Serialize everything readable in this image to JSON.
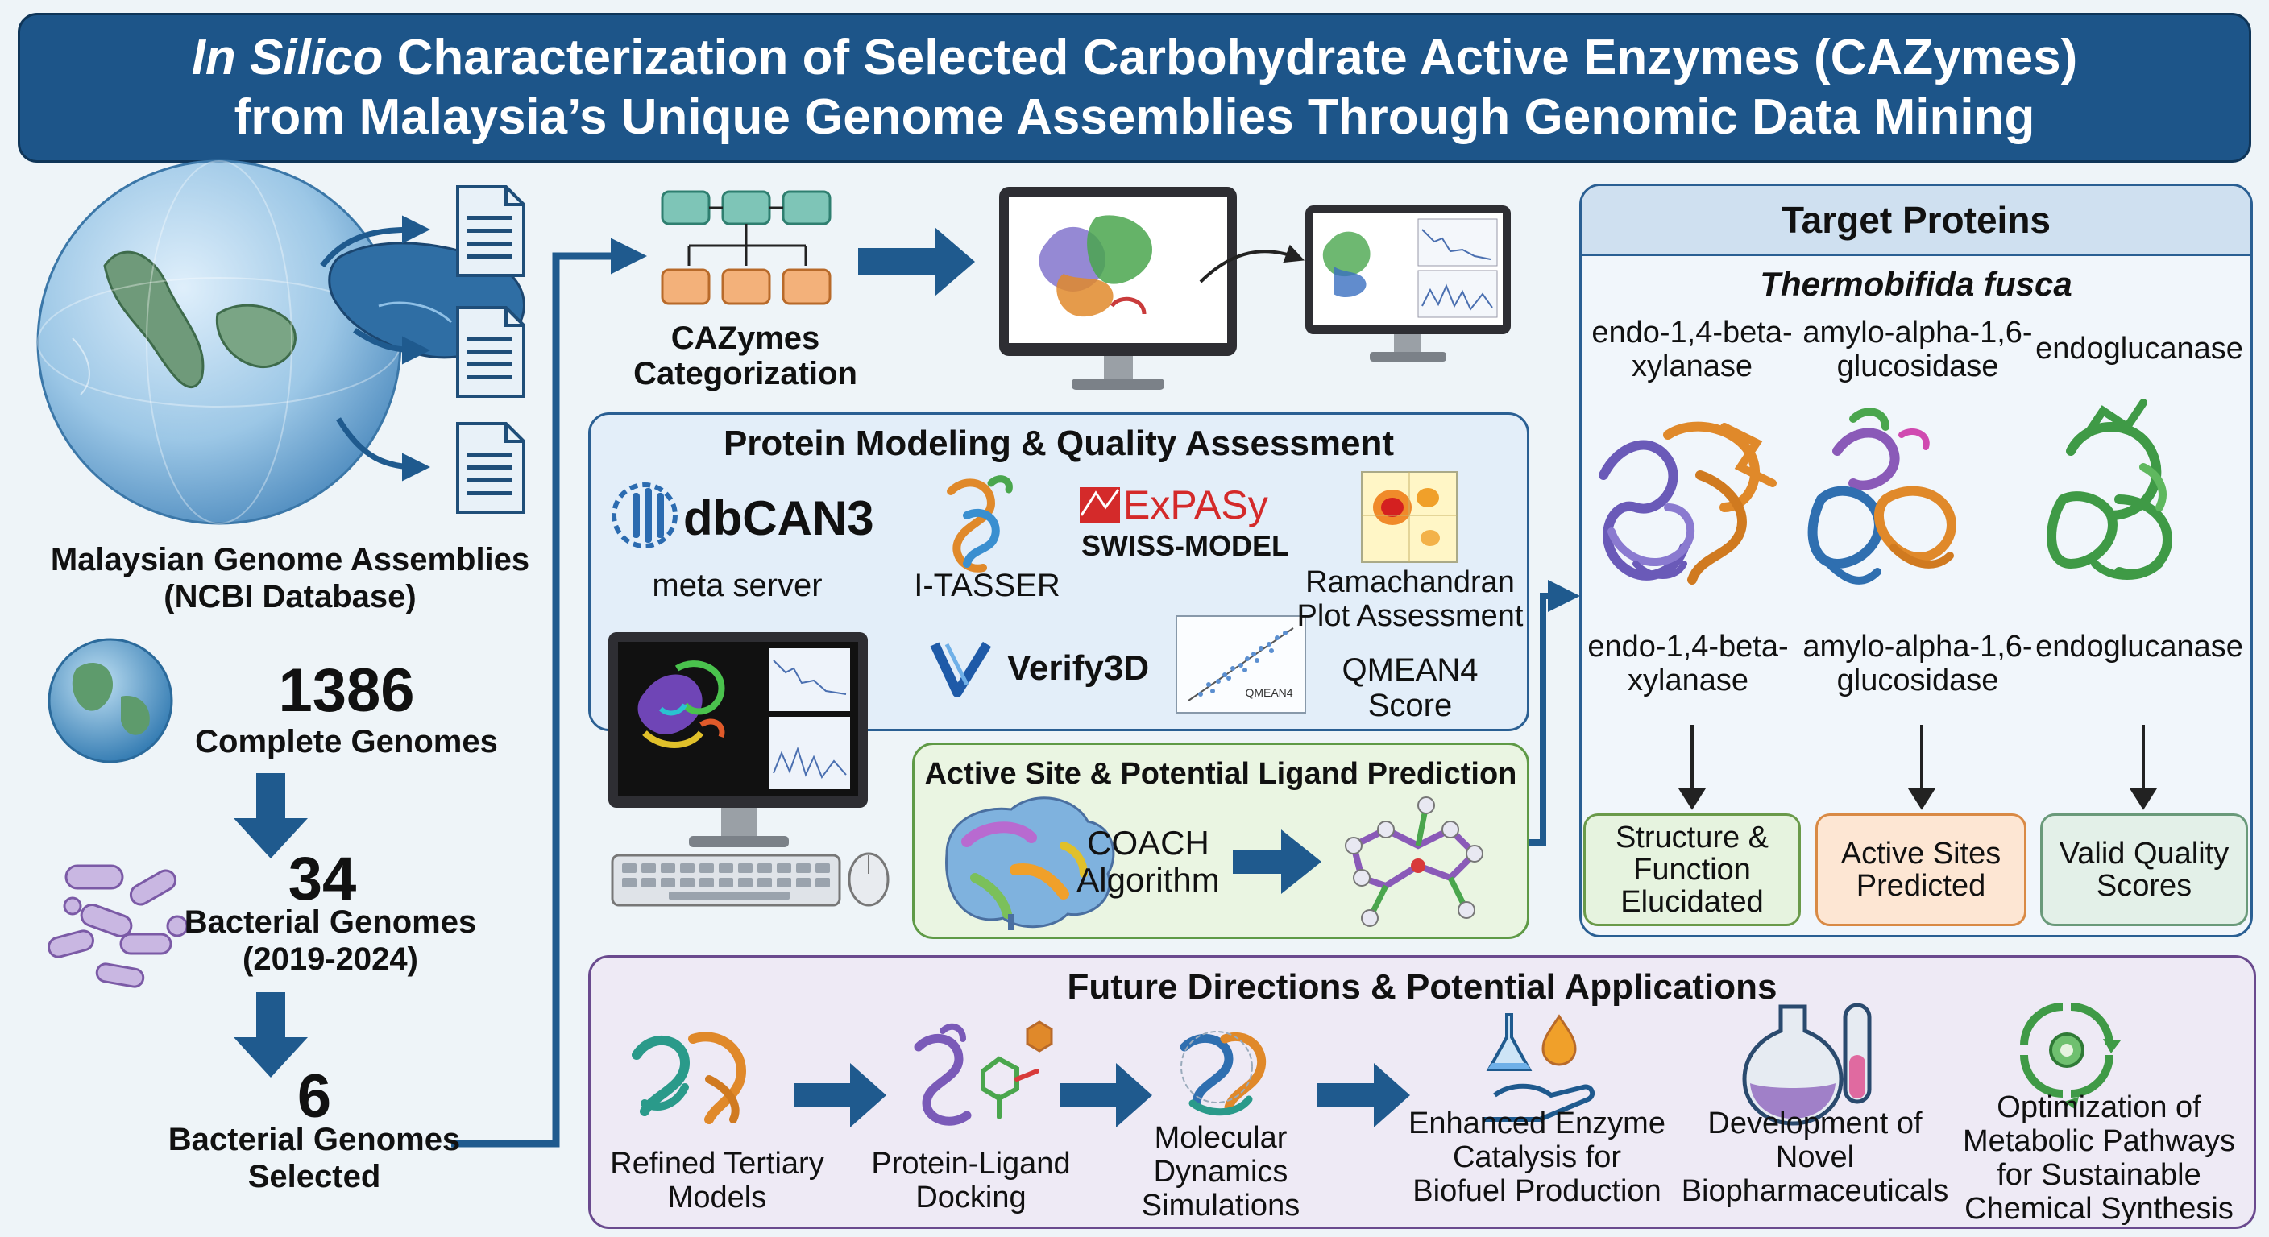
{
  "title": {
    "italic_part": "In Silico",
    "line1_rest": " Characterization of Selected Carbohydrate Active Enzymes (CAZymes)",
    "line2": "from Malaysia’s Unique Genome Assemblies Through Genomic Data Mining"
  },
  "genomes": {
    "assemblies_label_1": "Malaysian Genome Assemblies",
    "assemblies_label_2": "(NCBI Database)",
    "complete_count": "1386",
    "complete_label": "Complete Genomes",
    "bacterial_count": "34",
    "bacterial_label_1": "Bacterial Genomes",
    "bacterial_label_2": "(2019-2024)",
    "selected_count": "6",
    "selected_label_1": "Bacterial Genomes",
    "selected_label_2": "Selected"
  },
  "categorization": {
    "label_1": "CAZymes",
    "label_2": "Categorization"
  },
  "modeling": {
    "title": "Protein Modeling & Quality Assessment",
    "dbcan_name": "dbCAN3",
    "dbcan_sub": "meta server",
    "itasser": "I-TASSER",
    "expasy": "ExPASy",
    "swiss": "SWISS-MODEL",
    "rama_1": "Ramachandran",
    "rama_2": "Plot Assessment",
    "verify": "Verify3D",
    "qmean_1": "QMEAN4",
    "qmean_2": "Score",
    "plot_caption": "QMEAN4"
  },
  "active_site": {
    "title": "Active Site & Potential Ligand Prediction",
    "coach_1": "COACH",
    "coach_2": "Algorithm"
  },
  "targets": {
    "title": "Target Proteins",
    "organism": "Thermobifida fusca",
    "proteins": [
      {
        "top_1": "endo-1,4-beta-",
        "top_2": "xylanase",
        "bottom_1": "endo-1,4-beta-",
        "bottom_2": "xylanase"
      },
      {
        "top_1": "amylo-alpha-1,6-",
        "top_2": "glucosidase",
        "bottom_1": "amylo-alpha-1,6-",
        "bottom_2": "glucosidase"
      },
      {
        "top_1": "endoglucanase",
        "top_2": "",
        "bottom_1": "endoglucanase",
        "bottom_2": ""
      }
    ],
    "results": [
      {
        "line_1": "Structure &",
        "line_2": "Function",
        "line_3": "Elucidated"
      },
      {
        "line_1": "Active Sites",
        "line_2": "Predicted",
        "line_3": ""
      },
      {
        "line_1": "Valid Quality",
        "line_2": "Scores",
        "line_3": ""
      }
    ]
  },
  "future": {
    "title": "Future Directions & Potential Applications",
    "steps": [
      {
        "line_1": "Refined Tertiary",
        "line_2": "Models",
        "line_3": ""
      },
      {
        "line_1": "Protein-Ligand",
        "line_2": "Docking",
        "line_3": ""
      },
      {
        "line_1": "Molecular",
        "line_2": "Dynamics",
        "line_3": "Simulations"
      }
    ],
    "apps": [
      {
        "line_1": "Enhanced Enzyme",
        "line_2": "Catalysis for",
        "line_3": "Biofuel Production"
      },
      {
        "line_1": "Development of",
        "line_2": "Novel",
        "line_3": "Biopharmaceuticals"
      },
      {
        "line_1": "Optimization of",
        "line_2": "Metabolic Pathways",
        "line_3": "for Sustainable",
        "line_4": "Chemical Synthesis"
      }
    ]
  },
  "colors": {
    "title_bg": "#1d5589",
    "arrow_blue": "#1f5a8e",
    "modeling_bg": "#e3eef9",
    "active_bg": "#eaf5e2",
    "targets_bg": "#f1f6fb",
    "future_bg": "#eeeaf5",
    "green_box": "#e6f3df",
    "orange_box": "#fde6d3",
    "teal_box": "#e3f0e8"
  }
}
